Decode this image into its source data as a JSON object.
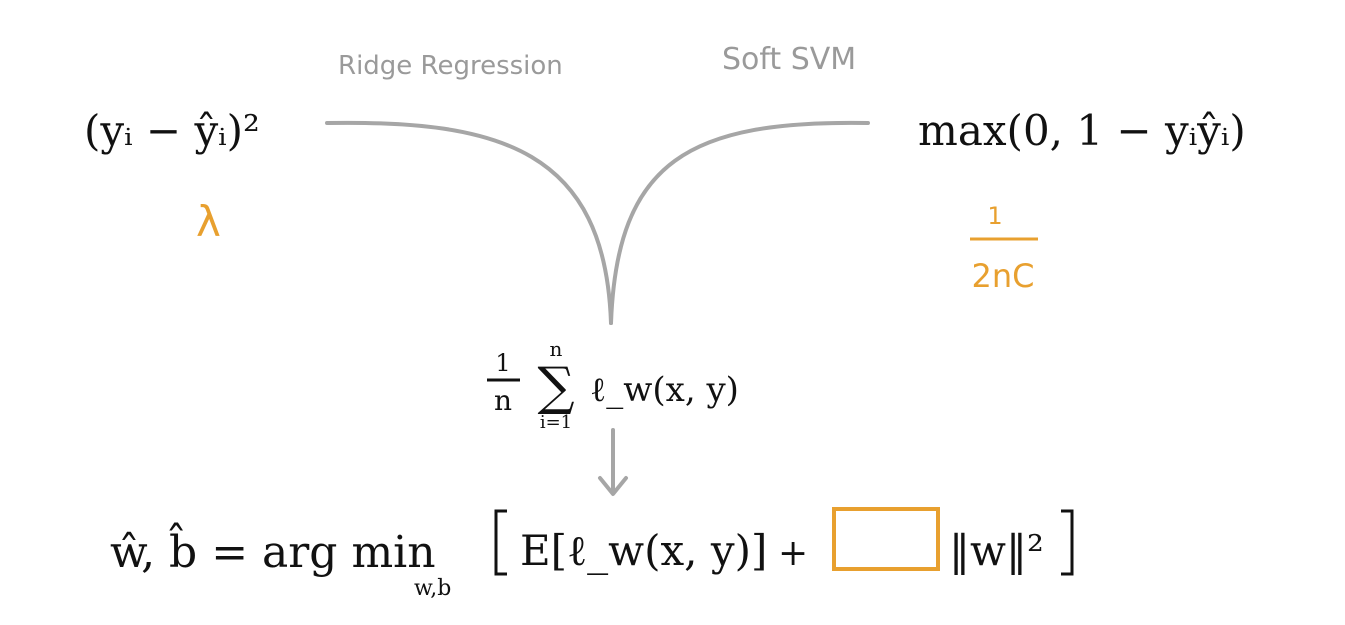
{
  "labels": {
    "ridge": "Ridge Regression",
    "svm": "Soft SVM"
  },
  "formulas": {
    "squared_loss": "(yᵢ − ŷᵢ)²",
    "hinge_loss": "max(0, 1 − yᵢŷᵢ)",
    "empirical_risk_numerator": "1",
    "empirical_risk_denominator": "n",
    "sum_upper": "n",
    "sum_lower": "i=1",
    "sum_symbol": "∑",
    "empirical_risk_term": "ℓ_w(x, y)",
    "objective_lhs": "ŵ, b̂  =  arg min",
    "objective_subscript": "w,b",
    "objective_expectation": "E[ℓ_w(x, y)]",
    "objective_plus": "+",
    "objective_norm": "‖w‖²"
  },
  "coefficients": {
    "ridge": "λ",
    "svm_numerator": "1",
    "svm_denominator": "2nC"
  },
  "colors": {
    "accent": "#e8a02f",
    "connector": "#a6a6a6",
    "text": "#111111"
  }
}
